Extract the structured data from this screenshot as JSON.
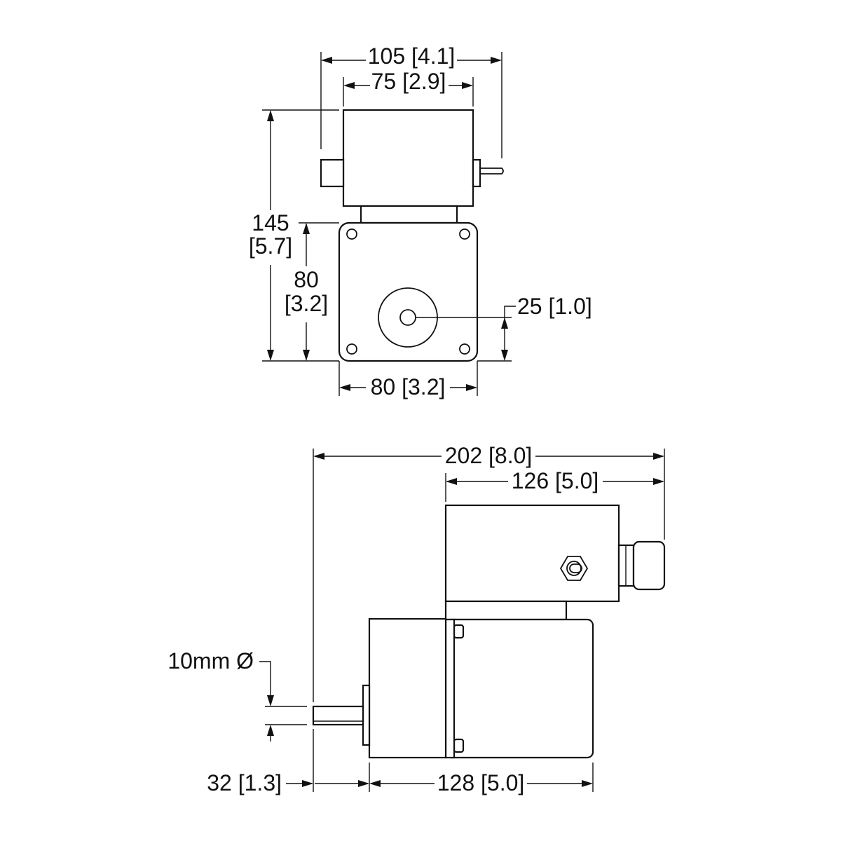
{
  "drawing": {
    "top_view": {
      "overall_width": "105 [4.1]",
      "upper_width": "75 [2.9]",
      "overall_height_mm": "145",
      "overall_height_in": "[5.7]",
      "base_height_mm": "80",
      "base_height_in": "[3.2]",
      "shaft_height": "25 [1.0]",
      "base_width": "80 [3.2]"
    },
    "side_view": {
      "overall_length": "202 [8.0]",
      "upper_length": "126 [5.0]",
      "shaft_diameter": "10mm Ø",
      "shaft_length": "32 [1.3]",
      "gearbox_length": "128 [5.0]"
    }
  }
}
